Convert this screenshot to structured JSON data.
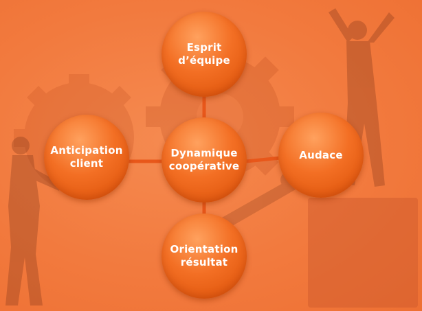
{
  "diagram": {
    "center": {
      "label": "Dynamique\ncoopérative"
    },
    "nodes": {
      "top": {
        "label": "Esprit\nd’équipe"
      },
      "left": {
        "label": "Anticipation\nclient"
      },
      "right": {
        "label": "Audace"
      },
      "bottom": {
        "label": "Orientation\nrésultat"
      }
    }
  },
  "colors": {
    "background": "#f27a3e",
    "node_fill": "#f36f24",
    "connector": "#e8571a",
    "text": "#ffffff"
  }
}
